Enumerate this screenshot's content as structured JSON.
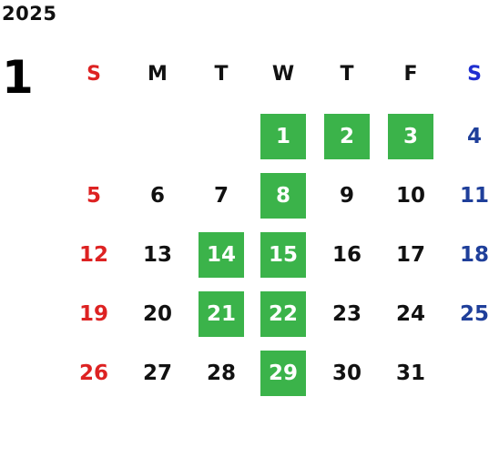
{
  "calendar": {
    "year": "2025",
    "month": "1",
    "weekdays": [
      "S",
      "M",
      "T",
      "W",
      "T",
      "F",
      "S"
    ],
    "first_weekday_index": 3,
    "days_in_month": 31,
    "highlighted_days": [
      1,
      2,
      3,
      8,
      14,
      15,
      21,
      22,
      29
    ]
  },
  "colors": {
    "sunday": "#dd2222",
    "saturday": "#1f3f9a",
    "saturday_header": "#1f2fd0",
    "weekday": "#111111",
    "highlight_bg": "#3bb34a",
    "highlight_text": "#ffffff"
  }
}
